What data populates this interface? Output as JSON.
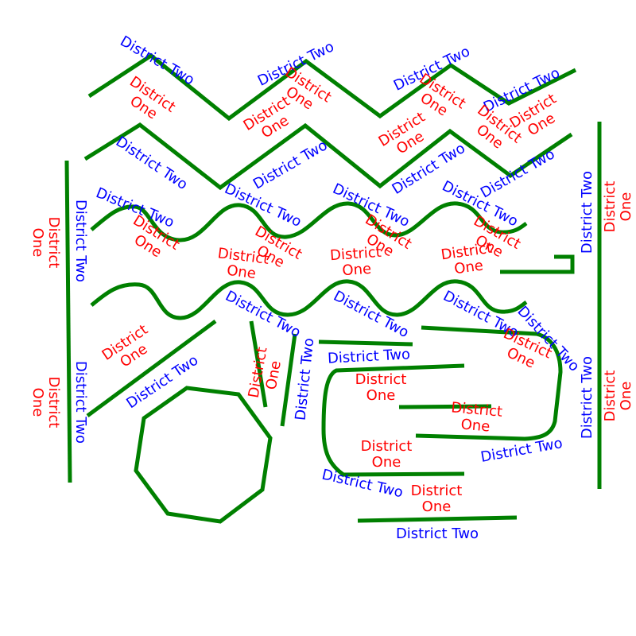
{
  "colors": {
    "boundary": "#008000",
    "district_one": "#ff0000",
    "district_two": "#0000ff",
    "background": "#ffffff"
  },
  "districts": {
    "one": "District One",
    "one_line1": "District",
    "one_line2": "One",
    "two": "District Two"
  }
}
